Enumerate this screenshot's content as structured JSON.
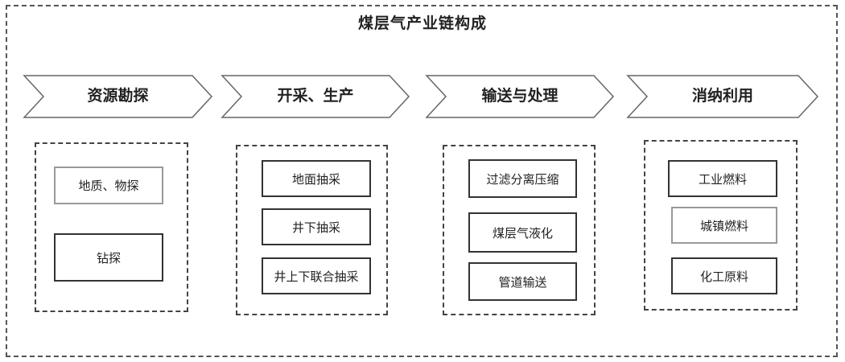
{
  "title": "煤层气产业链构成",
  "stages": [
    {
      "label": "资源勘探",
      "items": [
        "地质、物探",
        "钻探"
      ]
    },
    {
      "label": "开采、生产",
      "items": [
        "地面抽采",
        "井下抽采",
        "井上下联合抽采"
      ]
    },
    {
      "label": "输送与处理",
      "items": [
        "过滤分离压缩",
        "煤层气液化",
        "管道输送"
      ]
    },
    {
      "label": "消纳利用",
      "items": [
        "工业燃料",
        "城镇燃料",
        "化工原料"
      ]
    }
  ]
}
